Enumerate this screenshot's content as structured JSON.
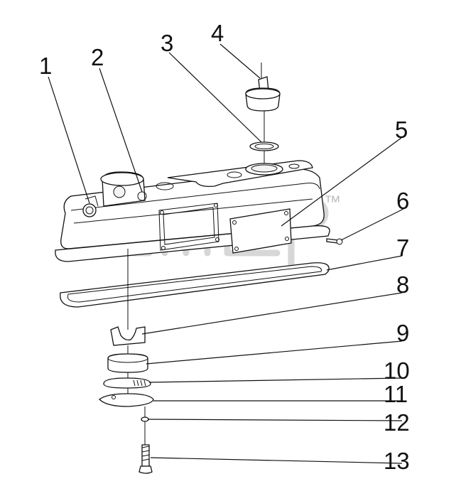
{
  "diagram": {
    "callouts": [
      {
        "id": "1",
        "label": "1"
      },
      {
        "id": "2",
        "label": "2"
      },
      {
        "id": "3",
        "label": "3"
      },
      {
        "id": "4",
        "label": "4"
      },
      {
        "id": "5",
        "label": "5"
      },
      {
        "id": "6",
        "label": "6"
      },
      {
        "id": "7",
        "label": "7"
      },
      {
        "id": "8",
        "label": "8"
      },
      {
        "id": "9",
        "label": "9"
      },
      {
        "id": "10",
        "label": "10"
      },
      {
        "id": "11",
        "label": "11"
      },
      {
        "id": "12",
        "label": "12"
      },
      {
        "id": "13",
        "label": "13"
      }
    ],
    "watermark": "™"
  }
}
